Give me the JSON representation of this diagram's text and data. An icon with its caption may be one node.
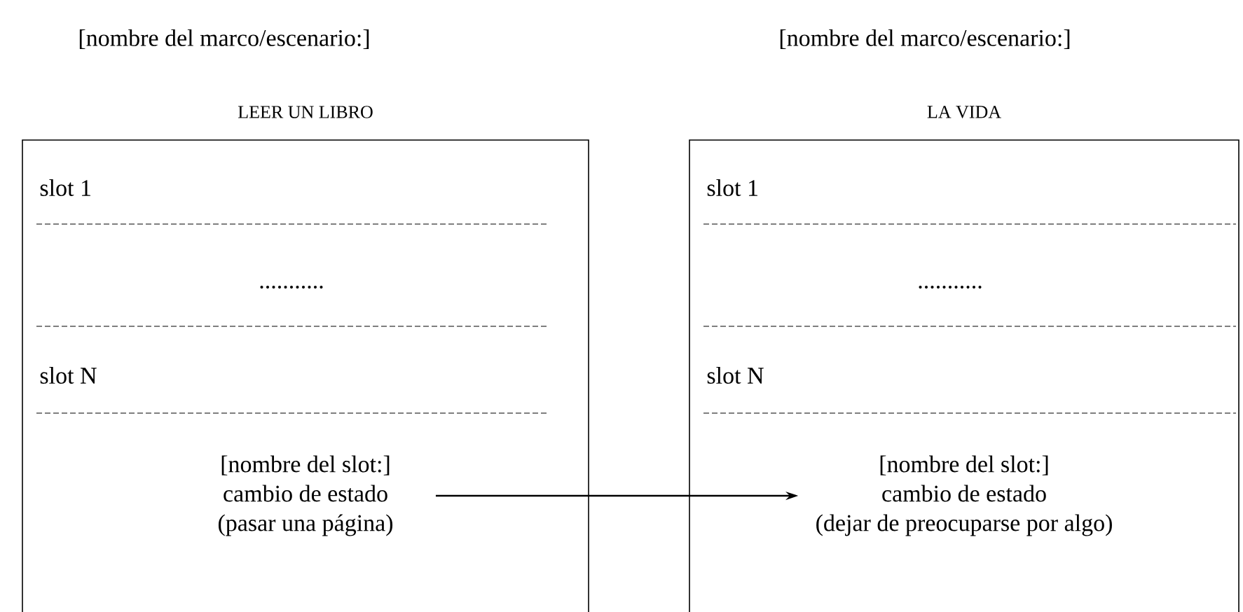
{
  "diagram": {
    "nodes": [
      {
        "text": [
          "[nombre del marco/escenario:]",
          "LEER UN LIBRO",
          "slot 1",
          "...........",
          "slot N"
        ]
      },
      {
        "text": [
          "[nombre del slot:]",
          "cambio de estado",
          "(pasar una página)"
        ],
        "in": 0
      },
      {
        "text": [
          "[nombre del marco/escenario:]",
          "LA VIDA",
          "slot 1",
          "...........",
          "slot N"
        ]
      },
      {
        "text": [
          "[nombre del slot:]",
          "cambio de estado",
          "(dejar de preocuparse por algo)"
        ],
        "in": 2
      }
    ],
    "edges": [
      {
        "from": 1,
        "to": 3,
        "arrow": "to"
      }
    ]
  }
}
